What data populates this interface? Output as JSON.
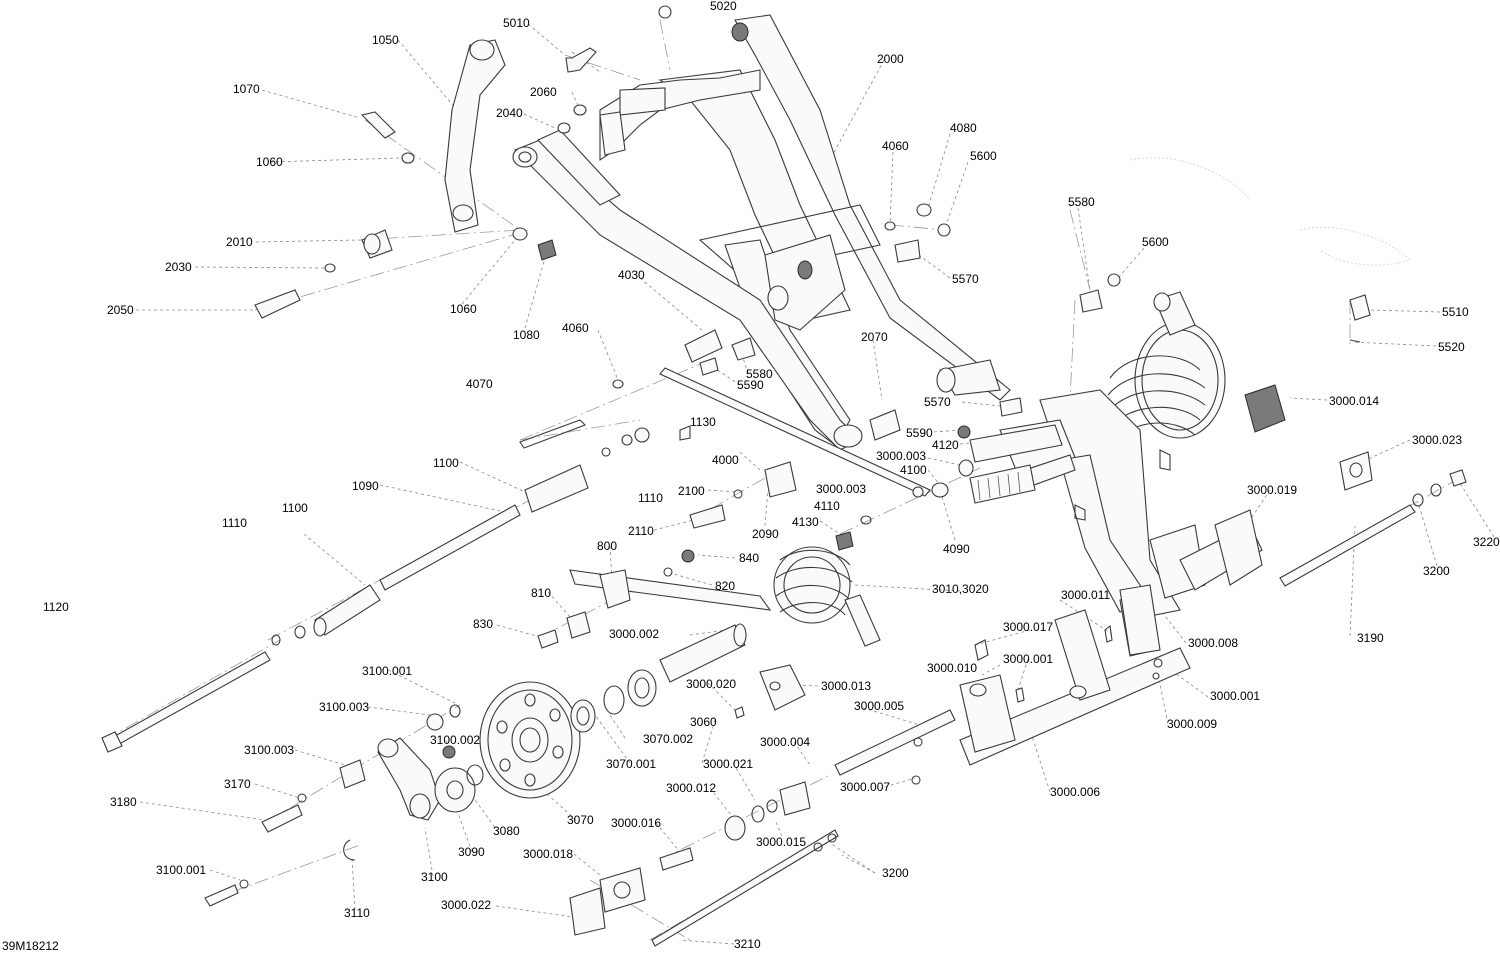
{
  "figure_id": "39M18212",
  "callouts": {
    "c5020": "5020",
    "c5010": "5010",
    "c1050": "1050",
    "c1070": "1070",
    "c2000": "2000",
    "c2060": "2060",
    "c2040": "2040",
    "c4060a": "4060",
    "c4080": "4080",
    "c5600a": "5600",
    "c1060a": "1060",
    "c2010": "2010",
    "c2030": "2030",
    "c2050": "2050",
    "c1060b": "1060",
    "c1080": "1080",
    "c5580a": "5580",
    "c5600b": "5600",
    "c5570a": "5570",
    "c4030": "4030",
    "c4060b": "4060",
    "c5580b": "5580",
    "c5590a": "5590",
    "c2070": "2070",
    "c5510": "5510",
    "c5520": "5520",
    "c4070": "4070",
    "c1130": "1130",
    "c5570b": "5570",
    "c3000_014": "3000.014",
    "c5590b": "5590",
    "c4120": "4120",
    "c3000_023": "3000.023",
    "c1100a": "1100",
    "c4000": "4000",
    "c3000_003a": "3000.003",
    "c4100": "4100",
    "c1110a": "1110",
    "c2100": "2100",
    "c3000_003b": "3000.003",
    "c3000_019": "3000.019",
    "c1090": "1090",
    "c4110": "4110",
    "c3220": "3220",
    "c2110": "2110",
    "c2090": "2090",
    "c4130": "4130",
    "c4090": "4090",
    "c1110b": "1110",
    "c1100b": "1100",
    "c800": "800",
    "c840": "840",
    "c3200a": "3200",
    "c820": "820",
    "c3010": "3010,3020",
    "c1120": "1120",
    "c810": "810",
    "c3000_011": "3000.011",
    "c830": "830",
    "c3000_017": "3000.017",
    "c3000_002": "3000.002",
    "c3000_008": "3000.008",
    "c3190": "3190",
    "c3000_001a": "3000.001",
    "c3000_010": "3000.010",
    "c3100_001a": "3100.001",
    "c3000_020": "3000.020",
    "c3000_013": "3000.013",
    "c3000_001b": "3000.001",
    "c3100_003a": "3100.003",
    "c3000_005": "3000.005",
    "c3060": "3060",
    "c3100_002": "3100.002",
    "c3070_002": "3070.002",
    "c3000_009": "3000.009",
    "c3000_004": "3000.004",
    "c3100_003b": "3100.003",
    "c3070_001": "3070.001",
    "c3000_021": "3000.021",
    "c3170": "3170",
    "c3000_007": "3000.007",
    "c3000_006": "3000.006",
    "c3180": "3180",
    "c3000_012": "3000.012",
    "c3080": "3080",
    "c3070": "3070",
    "c3000_016": "3000.016",
    "c3000_015": "3000.015",
    "c3090": "3090",
    "c3000_018": "3000.018",
    "c3100_001b": "3100.001",
    "c3100": "3100",
    "c3200b": "3200",
    "c3110": "3110",
    "c3000_022": "3000.022",
    "c3210": "3210"
  }
}
